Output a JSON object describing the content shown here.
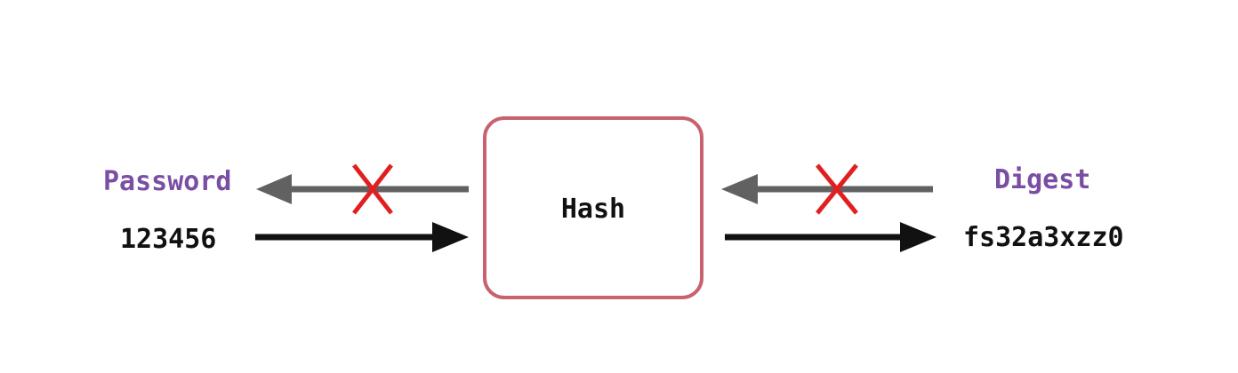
{
  "diagram": {
    "input": {
      "title": "Password",
      "value": "123456"
    },
    "process": {
      "label": "Hash"
    },
    "output": {
      "title": "Digest",
      "value": "fs32a3xzz0"
    },
    "colors": {
      "title_text": "#7a4fa3",
      "value_text": "#111111",
      "box_border": "#c9616f",
      "forward_arrow": "#111111",
      "reverse_arrow": "#616161",
      "cross_mark": "#e02020"
    },
    "icons": {
      "blocked_marker": "cross-icon"
    }
  }
}
